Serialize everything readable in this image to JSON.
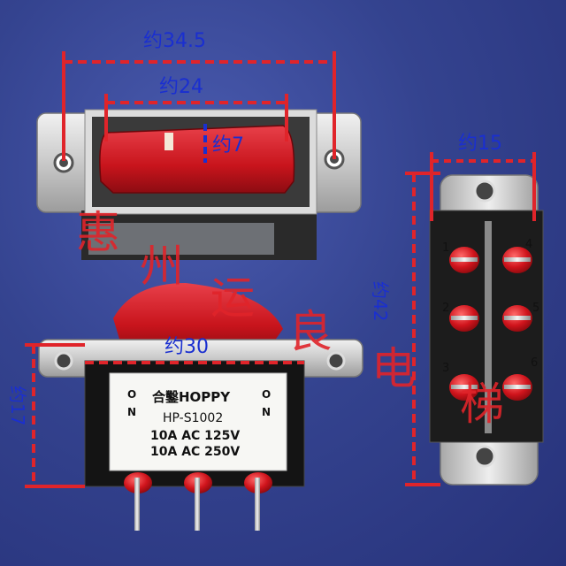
{
  "dimensions": {
    "top_width": "约34.5",
    "rocker_width": "约24",
    "rocker_height": "约7",
    "side_width": "约15",
    "side_length": "约42",
    "body_width": "约30",
    "body_height": "约17"
  },
  "label": {
    "brand": "合鑿HOPPY",
    "model": "HP-S1002",
    "rating_1": "10A AC 125V",
    "rating_2": "10A AC 250V",
    "on_left": "ON",
    "on_right": "ON"
  },
  "terminals": [
    "1",
    "2",
    "3",
    "4",
    "5",
    "6"
  ],
  "watermark": [
    "惠",
    "州",
    "运",
    "良",
    "电",
    "梯"
  ],
  "colors": {
    "background": "#34438f",
    "dimension_lines": "#e0242a",
    "dimension_text": "#1a2fd0",
    "rocker": "#c8141c",
    "watermark": "#e0242a"
  }
}
